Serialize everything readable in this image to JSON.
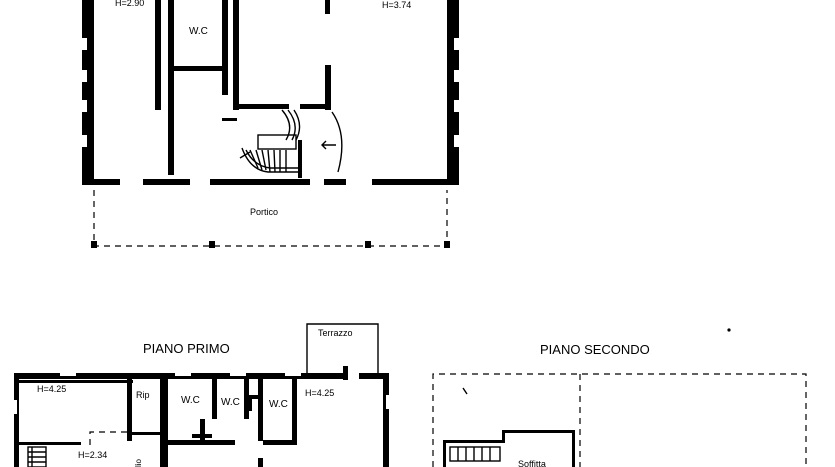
{
  "ground_floor": {
    "labels": {
      "height_left": "H=2.90",
      "wc": "W.C",
      "height_right": "H=3.74",
      "portico": "Portico"
    }
  },
  "first_floor": {
    "title": "PIANO PRIMO",
    "labels": {
      "terrazzo": "Terrazzo",
      "height_main": "H=4.25",
      "rip": "Rip",
      "wc_1": "W.C",
      "wc_2": "W.C",
      "wc_3": "W.C",
      "height_right": "H=4.25",
      "height_lower": "H=2.34",
      "cut_label": "lio"
    }
  },
  "second_floor": {
    "title": "PIANO SECONDO",
    "labels": {
      "soffitta": "Soffitta"
    }
  }
}
